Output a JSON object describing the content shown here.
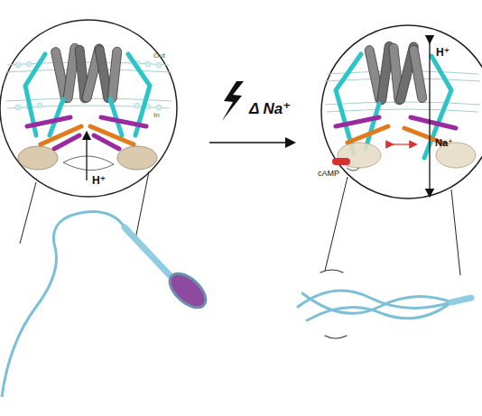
{
  "diagram": {
    "labels": [
      "Out",
      "In",
      "H⁺",
      "Δ Na⁺",
      "H⁺",
      "Na⁺",
      "cAMP"
    ]
  }
}
